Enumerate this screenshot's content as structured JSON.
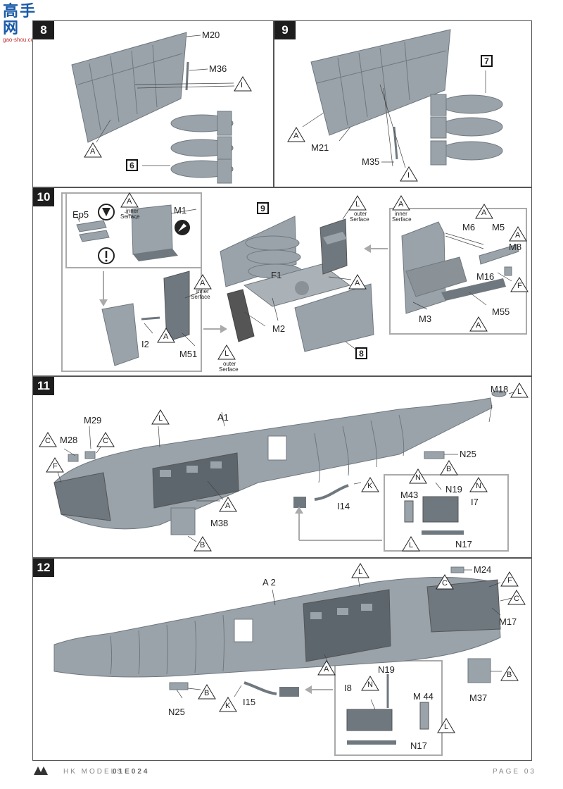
{
  "header": {
    "logo_text": "高手网",
    "logo_sub": "gao-shou.com"
  },
  "steps": {
    "s8": {
      "number": "8",
      "part_m20": "M20",
      "part_m36": "M36",
      "tri_i": "I",
      "tri_a": "A",
      "ref_6": "6"
    },
    "s9": {
      "number": "9",
      "ref_7": "7",
      "tri_a": "A",
      "part_m21": "M21",
      "part_m35": "M35",
      "tri_i": "I"
    },
    "s10": {
      "number": "10",
      "part_ep5": "Ep5",
      "tri_a1": "A",
      "inner_1": "inner",
      "serface_1": "Serface",
      "part_m1": "M1",
      "part_m51": "M51",
      "part_i2": "I2",
      "tri_a2": "A",
      "tri_a3": "A",
      "inner_2": "inner",
      "serface_2": "Serface",
      "ref_9": "9",
      "tri_l1": "L",
      "outer_1": "outer",
      "serface_3": "Serface",
      "part_f1": "F1",
      "part_m2": "M2",
      "tri_a4": "A",
      "ref_8": "8",
      "tri_l2": "L",
      "outer_2": "outer",
      "serface_4": "Serface",
      "tri_a5": "A",
      "inner_3": "inner",
      "serface_5": "Serface",
      "tri_a6": "A",
      "tri_a7": "A",
      "part_m6": "M6",
      "part_m5": "M5",
      "part_m8": "M8",
      "part_m16": "M16",
      "tri_f": "F",
      "part_m3": "M3",
      "part_m55": "M55",
      "tri_a8": "A"
    },
    "s11": {
      "number": "11",
      "part_m18": "M18",
      "tri_l1": "L",
      "tri_l2": "L",
      "part_a1": "A1",
      "part_m29": "M29",
      "part_m28": "M28",
      "tri_c1": "C",
      "tri_c2": "C",
      "tri_f": "F",
      "part_n25": "N25",
      "tri_b1": "B",
      "tri_k": "K",
      "part_i14": "I14",
      "tri_n1": "N",
      "part_n19": "N19",
      "tri_n2": "N",
      "part_m43": "M43",
      "part_i7": "I7",
      "tri_l3": "L",
      "part_n17": "N17",
      "tri_a": "A",
      "part_m38": "M38",
      "tri_b2": "B"
    },
    "s12": {
      "number": "12",
      "part_a2": "A 2",
      "tri_l1": "L",
      "part_m24": "M24",
      "tri_c1": "C",
      "tri_f": "F",
      "tri_c2": "C",
      "part_m17": "M17",
      "tri_a": "A",
      "tri_b1": "B",
      "part_m37": "M37",
      "part_n19": "N19",
      "tri_n": "N",
      "part_i8": "I8",
      "part_m44": "M 44",
      "tri_l2": "L",
      "part_n17": "N17",
      "part_n25": "N25",
      "tri_b2": "B",
      "tri_k": "K",
      "part_i15": "I15"
    }
  },
  "footer": {
    "brand": "HK MODELS",
    "code": "01E024",
    "page": "PAGE 03"
  },
  "colors": {
    "part_fill": "#9aa3aa",
    "part_dark": "#6f787f",
    "line": "#444444",
    "frame": "#aaaaaa"
  }
}
